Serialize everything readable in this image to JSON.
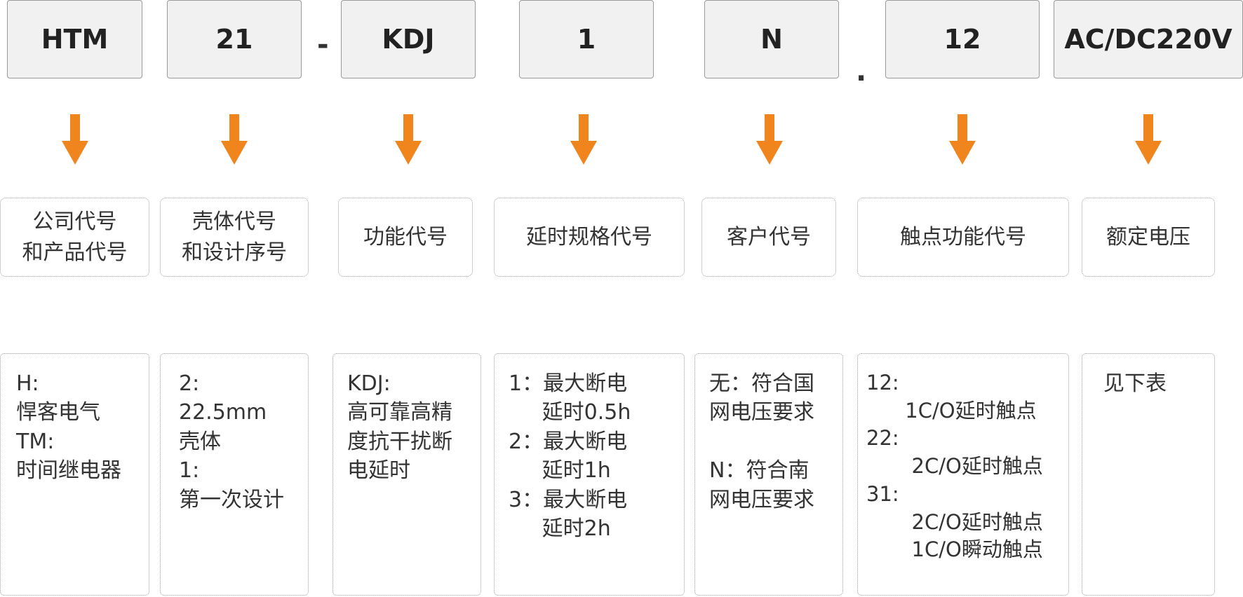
{
  "accent_color": "#f0851e",
  "codes": [
    {
      "text": "HTM"
    },
    {
      "text": "21"
    },
    {
      "text": "KDJ"
    },
    {
      "text": "1"
    },
    {
      "text": "N"
    },
    {
      "text": "12"
    },
    {
      "text": "AC/DC220V"
    }
  ],
  "separators": {
    "dash": "-",
    "dot": "."
  },
  "labels": [
    {
      "text": "公司代号\n和产品代号"
    },
    {
      "text": "壳体代号\n和设计序号"
    },
    {
      "text": "功能代号"
    },
    {
      "text": "延时规格代号"
    },
    {
      "text": "客户代号"
    },
    {
      "text": "触点功能代号"
    },
    {
      "text": "额定电压"
    }
  ],
  "descriptions": [
    {
      "text": "H:\n悍客电气\nTM:\n时间继电器"
    },
    {
      "text": "2:\n22.5mm\n壳体\n1:\n第一次设计"
    },
    {
      "text": "KDJ:\n高可靠高精\n度抗干扰断\n电延时"
    },
    {
      "text": "1：最大断电\n     延时0.5h\n2：最大断电\n     延时1h\n3：最大断电\n     延时2h"
    },
    {
      "text": "无：符合国\n网电压要求\n\nN：符合南\n网电压要求"
    },
    {
      "text": "12:\n      1C/O延时触点\n22:\n       2C/O延时触点\n31:\n       2C/O延时触点\n       1C/O瞬动触点"
    },
    {
      "text": "见下表"
    }
  ]
}
